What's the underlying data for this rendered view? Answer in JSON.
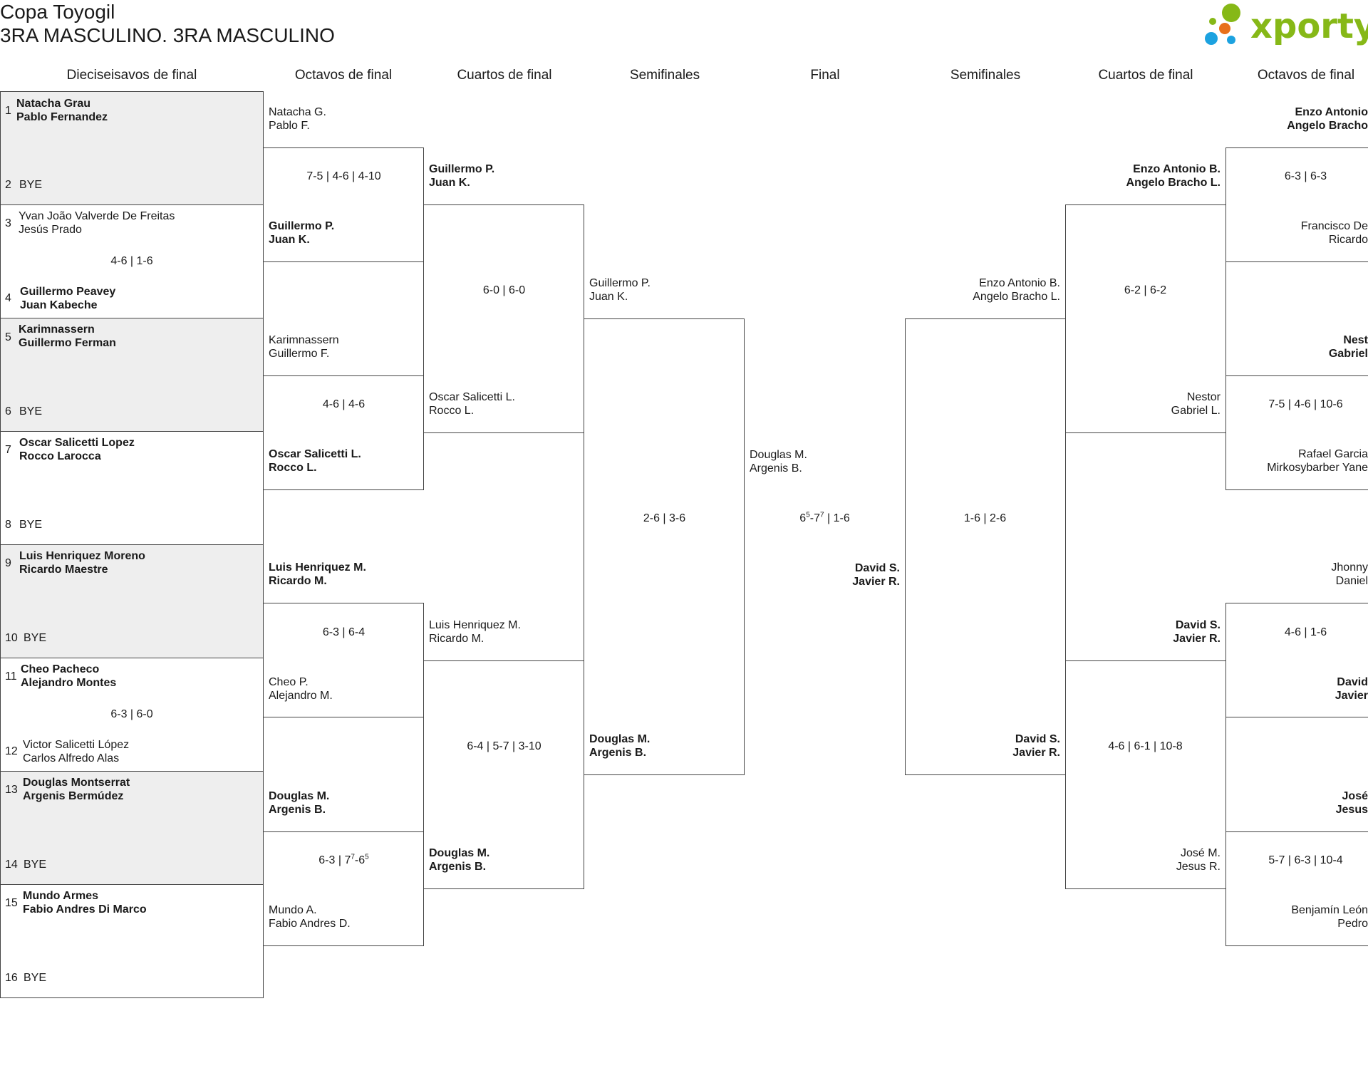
{
  "title": "Copa Toyogil",
  "subtitle": "3RA MASCULINO. 3RA MASCULINO",
  "logo": {
    "text": "xporty",
    "brand_color": "#86b817",
    "dots": [
      "#86b817",
      "#e8701a",
      "#1ca2e0"
    ]
  },
  "headers": {
    "r32": "Dieciseisavos de final",
    "r16_left": "Octavos de final",
    "qf_left": "Cuartos de final",
    "sf_left": "Semifinales",
    "final": "Final",
    "sf_right": "Semifinales",
    "qf_right": "Cuartos de final",
    "r16_right": "Octavos de final"
  },
  "r32": [
    {
      "seed": "1",
      "p1": "Natacha Grau",
      "p2": "Pablo Fernandez"
    },
    {
      "seed": "2",
      "p1": "BYE"
    },
    {
      "seed": "3",
      "p1": "Yvan João Valverde De Freitas",
      "p2": "Jesús Prado"
    },
    {
      "seed": "4",
      "p1": "Guillermo Peavey",
      "p2": "Juan Kabeche"
    },
    {
      "seed": "5",
      "p1": "Karimnassern",
      "p2": "Guillermo Ferman"
    },
    {
      "seed": "6",
      "p1": "BYE"
    },
    {
      "seed": "7",
      "p1": "Oscar Salicetti Lopez",
      "p2": "Rocco Larocca"
    },
    {
      "seed": "8",
      "p1": "BYE"
    },
    {
      "seed": "9",
      "p1": "Luis Henriquez Moreno",
      "p2": "Ricardo Maestre"
    },
    {
      "seed": "10",
      "p1": "BYE"
    },
    {
      "seed": "11",
      "p1": "Cheo Pacheco",
      "p2": "Alejandro Montes"
    },
    {
      "seed": "12",
      "p1": "Victor Salicetti López",
      "p2": "Carlos Alfredo Alas"
    },
    {
      "seed": "13",
      "p1": "Douglas Montserrat",
      "p2": "Argenis Bermúdez"
    },
    {
      "seed": "14",
      "p1": "BYE"
    },
    {
      "seed": "15",
      "p1": "Mundo Armes",
      "p2": "Fabio Andres Di Marco"
    },
    {
      "seed": "16",
      "p1": "BYE"
    }
  ],
  "r32_scores": [
    "4-6 | 1-6",
    "6-3 | 6-0"
  ],
  "r16_left": [
    {
      "p1": "Natacha G.",
      "p2": "Pablo F."
    },
    {
      "p1": "Guillermo P.",
      "p2": "Juan K."
    },
    {
      "p1": "Karimnassern",
      "p2": "Guillermo F."
    },
    {
      "p1": "Oscar Salicetti L.",
      "p2": "Rocco L."
    },
    {
      "p1": "Luis Henriquez M.",
      "p2": "Ricardo M."
    },
    {
      "p1": "Cheo P.",
      "p2": "Alejandro M."
    },
    {
      "p1": "Douglas M.",
      "p2": "Argenis B."
    },
    {
      "p1": "Mundo A.",
      "p2": "Fabio Andres D."
    }
  ],
  "r16_left_scores": [
    "7-5 | 4-6 | 4-10",
    "4-6 | 4-6",
    "6-3 | 6-4"
  ],
  "r16_left_score4": {
    "a": "6-3 | 7",
    "a_sup": "7",
    "b": "-6",
    "b_sup": "5"
  },
  "qf_left": [
    {
      "p1": "Guillermo P.",
      "p2": "Juan K."
    },
    {
      "p1": "Oscar Salicetti L.",
      "p2": "Rocco L."
    },
    {
      "p1": "Luis Henriquez M.",
      "p2": "Ricardo M."
    },
    {
      "p1": "Douglas M.",
      "p2": "Argenis B."
    }
  ],
  "qf_left_scores": [
    "6-0 | 6-0",
    "6-4 | 5-7 | 3-10"
  ],
  "sf_left": [
    {
      "p1": "Guillermo P.",
      "p2": "Juan K."
    },
    {
      "p1": "Douglas M.",
      "p2": "Argenis B."
    }
  ],
  "sf_left_score": "2-6 | 3-6",
  "final": {
    "top": {
      "p1": "Douglas M.",
      "p2": "Argenis B."
    },
    "bottom": {
      "p1": "David S.",
      "p2": "Javier R."
    },
    "score": {
      "a": "6",
      "a_sup": "5",
      "b": "-7",
      "b_sup": "7",
      "c": " | 1-6"
    }
  },
  "sf_right": [
    {
      "p1": "Enzo Antonio B.",
      "p2": "Angelo Bracho L."
    },
    {
      "p1": "David S.",
      "p2": "Javier R."
    }
  ],
  "sf_right_score": "1-6 | 2-6",
  "qf_right": [
    {
      "p1": "Enzo Antonio B.",
      "p2": "Angelo Bracho L."
    },
    {
      "p1": "Nestor",
      "p2": "Gabriel L."
    },
    {
      "p1": "David S.",
      "p2": "Javier R."
    },
    {
      "p1": "José M.",
      "p2": "Jesus R."
    }
  ],
  "qf_right_scores": [
    "6-2 | 6-2",
    "4-6 | 6-1 | 10-8"
  ],
  "r16_right": [
    {
      "p1": "Enzo Antonio",
      "p2": "Angelo Bracho"
    },
    {
      "p1": "Francisco De",
      "p2": "Ricardo"
    },
    {
      "p1": "Nest",
      "p2": "Gabriel"
    },
    {
      "p1": "Rafael Garcia",
      "p2": "Mirkosybarber Yane"
    },
    {
      "p1": "Jhonny",
      "p2": "Daniel"
    },
    {
      "p1": "David",
      "p2": "Javier"
    },
    {
      "p1": "José",
      "p2": "Jesus"
    },
    {
      "p1": "Benjamín León",
      "p2": "Pedro"
    }
  ],
  "r16_right_scores": [
    "6-3 | 6-3",
    "7-5 | 4-6 | 10-6",
    "4-6 | 1-6",
    "5-7 | 6-3 | 10-4"
  ]
}
